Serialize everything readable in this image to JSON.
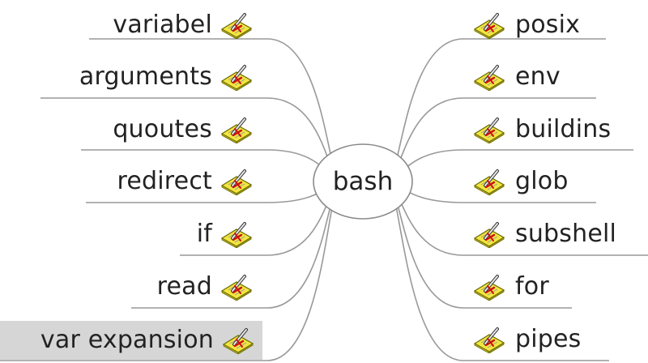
{
  "mindmap": {
    "central_topic": "bash",
    "left_topics": [
      {
        "label": "variabel",
        "icon": "edit-icon"
      },
      {
        "label": "arguments",
        "icon": "edit-icon"
      },
      {
        "label": "quoutes",
        "icon": "edit-icon"
      },
      {
        "label": "redirect",
        "icon": "edit-icon"
      },
      {
        "label": "if",
        "icon": "edit-icon"
      },
      {
        "label": "read",
        "icon": "edit-icon"
      },
      {
        "label": "var expansion",
        "icon": "edit-icon",
        "selected": true
      }
    ],
    "right_topics": [
      {
        "label": "posix",
        "icon": "edit-icon"
      },
      {
        "label": "env",
        "icon": "edit-icon"
      },
      {
        "label": "buildins",
        "icon": "edit-icon"
      },
      {
        "label": "glob",
        "icon": "edit-icon"
      },
      {
        "label": "subshell",
        "icon": "edit-icon"
      },
      {
        "label": "for",
        "icon": "edit-icon"
      },
      {
        "label": "pipes",
        "icon": "edit-icon"
      }
    ],
    "colors": {
      "line": "#999999",
      "selected_background": "#d6d6d6",
      "icon_yellow": "#f2e640",
      "icon_red": "#d01010"
    }
  }
}
